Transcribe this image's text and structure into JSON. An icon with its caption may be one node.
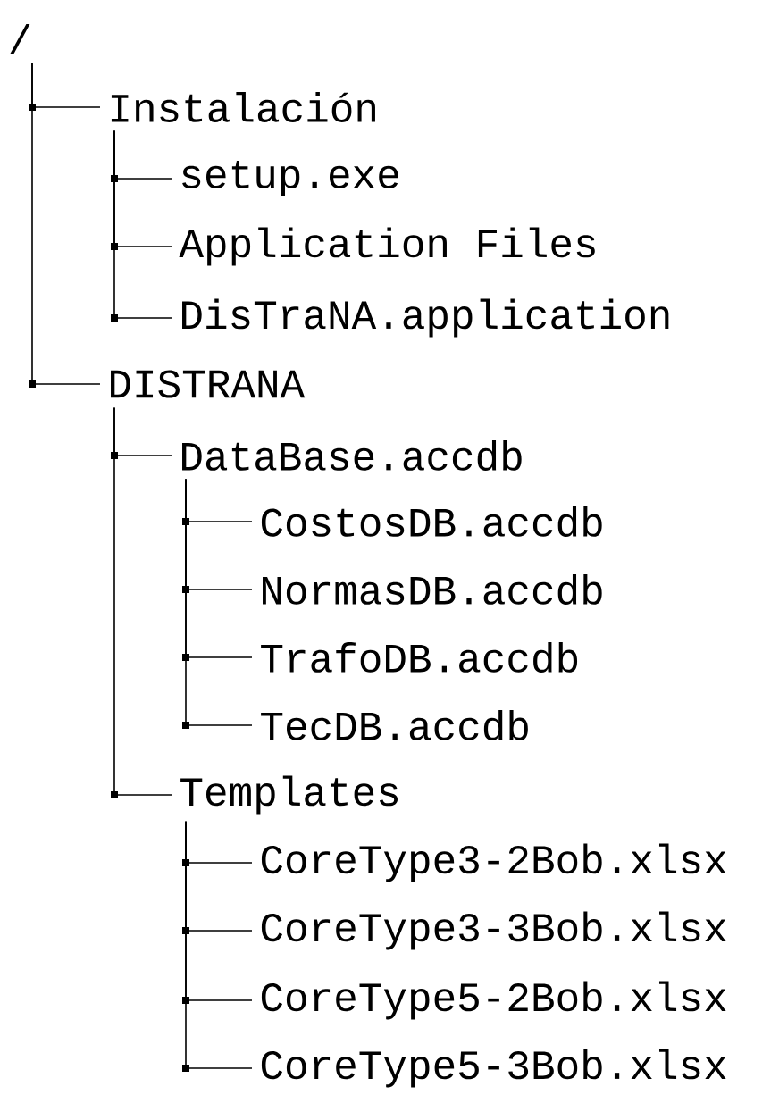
{
  "diagram": {
    "nodes": [
      {
        "text": [
          "/"
        ]
      },
      {
        "text": [
          "Instalación"
        ]
      },
      {
        "text": [
          "setup.exe"
        ]
      },
      {
        "text": [
          "Application Files"
        ]
      },
      {
        "text": [
          "DisTraNA.application"
        ]
      },
      {
        "text": [
          "DISTRANA"
        ]
      },
      {
        "text": [
          "DataBase.accdb"
        ]
      },
      {
        "text": [
          "CostosDB.accdb"
        ]
      },
      {
        "text": [
          "NormasDB.accdb"
        ]
      },
      {
        "text": [
          "TrafoDB.accdb"
        ]
      },
      {
        "text": [
          "TecDB.accdb"
        ]
      },
      {
        "text": [
          "Templates"
        ]
      },
      {
        "text": [
          "CoreType3-2Bob.xlsx"
        ]
      },
      {
        "text": [
          "CoreType3-3Bob.xlsx"
        ]
      },
      {
        "text": [
          "CoreType5-2Bob.xlsx"
        ]
      },
      {
        "text": [
          "CoreType5-3Bob.xlsx"
        ]
      }
    ],
    "edges": [
      {
        "from": 0,
        "to": 1,
        "arrow": "none"
      },
      {
        "from": 1,
        "to": 2,
        "arrow": "none"
      },
      {
        "from": 1,
        "to": 3,
        "arrow": "none"
      },
      {
        "from": 1,
        "to": 4,
        "arrow": "none"
      },
      {
        "from": 0,
        "to": 5,
        "arrow": "none"
      },
      {
        "from": 5,
        "to": 6,
        "arrow": "none"
      },
      {
        "from": 6,
        "to": 7,
        "arrow": "none"
      },
      {
        "from": 6,
        "to": 8,
        "arrow": "none"
      },
      {
        "from": 6,
        "to": 9,
        "arrow": "none"
      },
      {
        "from": 6,
        "to": 10,
        "arrow": "none"
      },
      {
        "from": 5,
        "to": 11,
        "arrow": "none"
      },
      {
        "from": 11,
        "to": 12,
        "arrow": "none"
      },
      {
        "from": 11,
        "to": 13,
        "arrow": "none"
      },
      {
        "from": 11,
        "to": 14,
        "arrow": "none"
      },
      {
        "from": 11,
        "to": 15,
        "arrow": "none"
      }
    ]
  }
}
